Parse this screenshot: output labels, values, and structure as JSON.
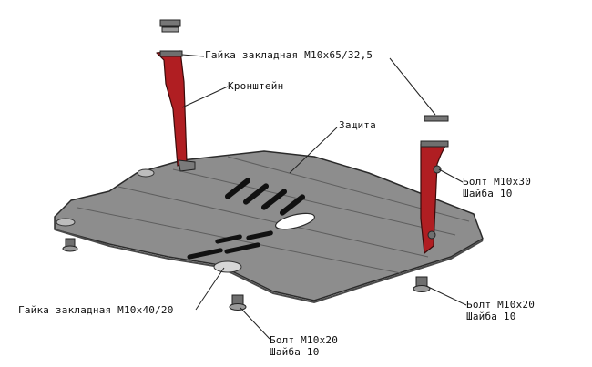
{
  "labels": {
    "nut_top": "Гайка закладная М10х65/32,5",
    "bracket": "Кронштейн",
    "guard": "Защита",
    "bolt_right_upper": {
      "line1": "Болт М10х30",
      "line2": "Шайба 10"
    },
    "bolt_right_lower": {
      "line1": "Болт М10х20",
      "line2": "Шайба 10"
    },
    "nut_bottom": "Гайка закладная М10х40/20",
    "bolt_bottom": {
      "line1": "Болт М10х20",
      "line2": "Шайба 10"
    }
  },
  "colors": {
    "plate_fill": "#8d8d8d",
    "plate_outline": "#2b2b2b",
    "bracket_fill": "#b01e22",
    "hardware_fill": "#6f6f6f",
    "leader": "#222222"
  }
}
